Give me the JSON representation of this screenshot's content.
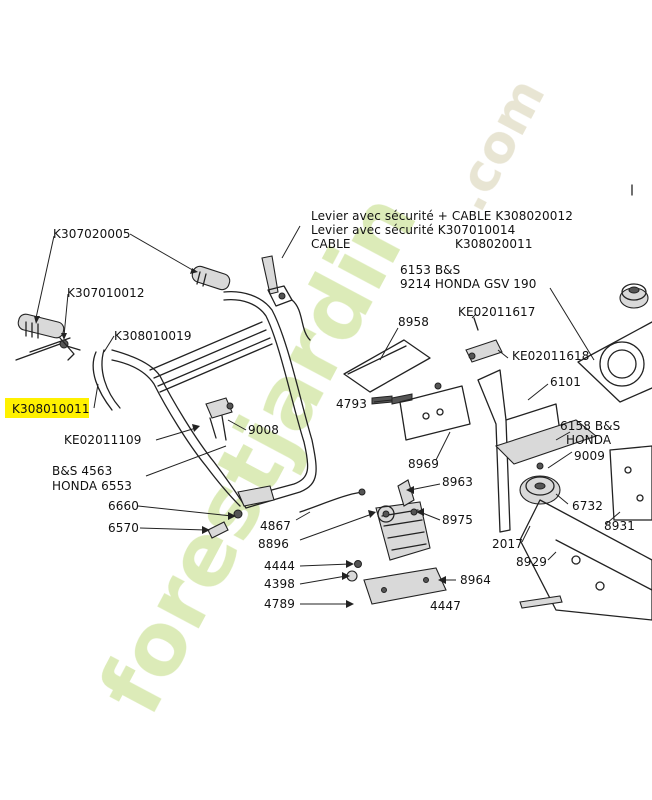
{
  "highlight": {
    "color": "#fff100"
  },
  "watermark": {
    "text_main": "forestjardin",
    "text_domain": ".com",
    "color_main": "#d8e9b0",
    "color_accent": "#f6d9a6"
  },
  "labels": {
    "lever_line1": "Levier avec sécurité + CABLE  K308020012",
    "lever_line2": "Levier avec sécurité     K307010014",
    "lever_line3_left": "CABLE",
    "lever_line3_right": "K308020011",
    "k307020005": "K307020005",
    "k307010012": "K307010012",
    "k308010019": "K308010019",
    "k308010011": "K308010011",
    "ke02011109": "KE02011109",
    "bs4563": "B&S 4563",
    "honda6553": "HONDA 6553",
    "p6660": "6660",
    "p6570": "6570",
    "p9008": "9008",
    "p4867": "4867",
    "p8896": "8896",
    "p4444": "4444",
    "p4398": "4398",
    "p4789": "4789",
    "p4447": "4447",
    "p8958": "8958",
    "p4793": "4793",
    "p8969": "8969",
    "p8963": "8963",
    "p8975": "8975",
    "p8964": "8964",
    "bs6153": "6153 B&S",
    "honda9214": "9214 HONDA GSV 190",
    "ke02011617": "KE02011617",
    "ke02011618": "KE02011618",
    "p6101": "6101",
    "bs6158": "6158 B&S",
    "honda": "HONDA",
    "p9009": "9009",
    "p6732": "6732",
    "p8931": "8931",
    "p2017": "2017",
    "p8929": "8929"
  }
}
